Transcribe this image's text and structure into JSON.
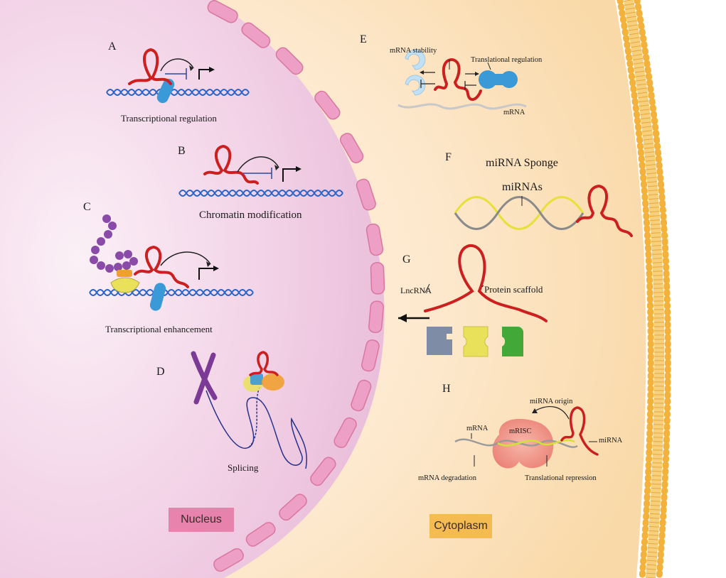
{
  "panels": {
    "A": {
      "letter": "A",
      "caption": "Transcriptional regulation"
    },
    "B": {
      "letter": "B",
      "caption": "Chromatin modification"
    },
    "C": {
      "letter": "C",
      "caption": "Transcriptional enhancement"
    },
    "D": {
      "letter": "D",
      "caption": "Splicing"
    },
    "E": {
      "letter": "E",
      "mrna_stability": "mRNA stability",
      "translational_regulation": "Translational regulation",
      "mrna": "mRNA"
    },
    "F": {
      "letter": "F",
      "title": "miRNA Sponge",
      "mirnas": "miRNAs"
    },
    "G": {
      "letter": "G",
      "lncrna": "LncRNA",
      "protein_scaffold": "Protein scaffold"
    },
    "H": {
      "letter": "H",
      "mirna_origin": "miRNA origin",
      "mrna": "mRNA",
      "mrisc": "mRISC",
      "mirna": "miRNA",
      "mrna_degradation": "mRNA degradation",
      "translational_repression": "Translational repression"
    }
  },
  "regions": {
    "nucleus": "Nucleus",
    "cytoplasm": "Cytoplasm"
  },
  "colors": {
    "lncrna": "#cc1f1f",
    "dna": "#2b64c8",
    "nucleus": "#f2cfe6",
    "nucleus_envelope": "#e99ac0",
    "cytoplasm": "#fbe3bf",
    "membrane": "#f3b23c",
    "protein_blue": "#3a9ad8",
    "protein_purple": "#8a4ba8",
    "protein_yellow": "#eae15a",
    "protein_orange": "#f0a030",
    "protein_green": "#42a838",
    "protein_grey": "#7f8ca6",
    "nucleus_label_bg": "#e57aa6",
    "cytoplasm_label_bg": "#f3b745"
  }
}
